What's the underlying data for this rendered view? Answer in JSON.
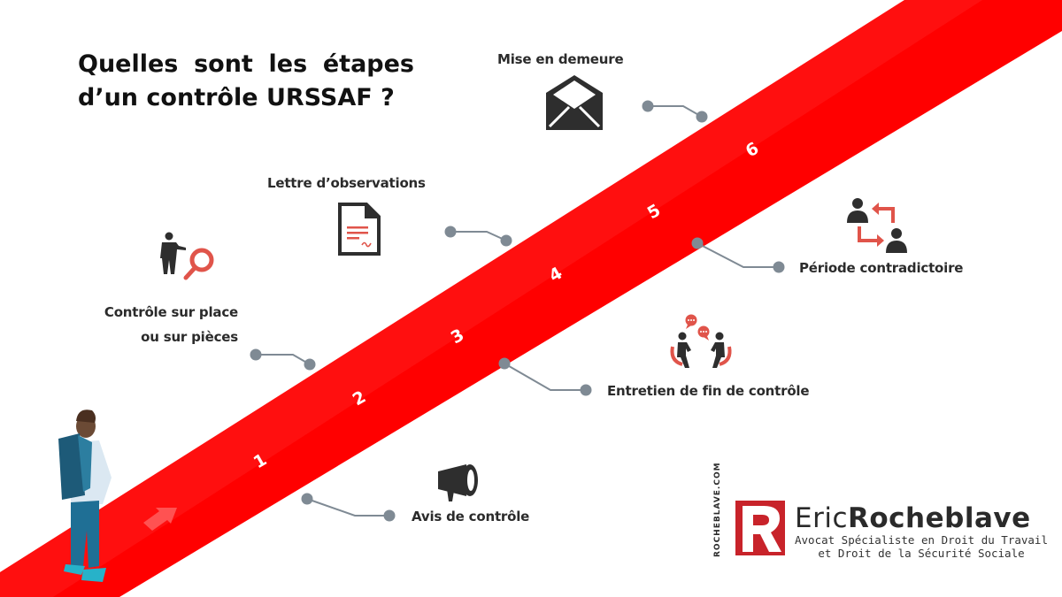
{
  "title": {
    "line1_words": [
      "Quelles",
      "sont",
      "les",
      "étapes"
    ],
    "line2": "d’un contrôle URSSAF ?"
  },
  "steps": [
    {
      "number": "1",
      "label": "Avis de contrôle",
      "icon": "megaphone-icon"
    },
    {
      "number": "2",
      "label_line1": "Contrôle sur place",
      "label_line2": "ou sur pièces",
      "icon": "inspector-magnifier-icon"
    },
    {
      "number": "3",
      "label": "Entretien de fin de contrôle",
      "icon": "meeting-conversation-icon"
    },
    {
      "number": "4",
      "label": "Lettre d’observations",
      "icon": "document-letter-icon"
    },
    {
      "number": "5",
      "label": "Période contradictoire",
      "icon": "people-exchange-icon"
    },
    {
      "number": "6",
      "label": "Mise en demeure",
      "icon": "open-envelope-icon"
    }
  ],
  "brand": {
    "vertical_text": "ROCHEBLAVE.COM",
    "logo_letter": "R",
    "first_name": "Eric",
    "last_name": "Rocheblave",
    "subtitle_line1": "Avocat Spécialiste en Droit du Travail",
    "subtitle_line2": "et Droit de la Sécurité Sociale"
  },
  "colors": {
    "band": "#ff0000",
    "band_highlight": "#ff2020",
    "connector": "#7f8a94",
    "icon_dark": "#2e2e2e",
    "icon_accent": "#e0544a",
    "text": "#2b2b2b"
  }
}
